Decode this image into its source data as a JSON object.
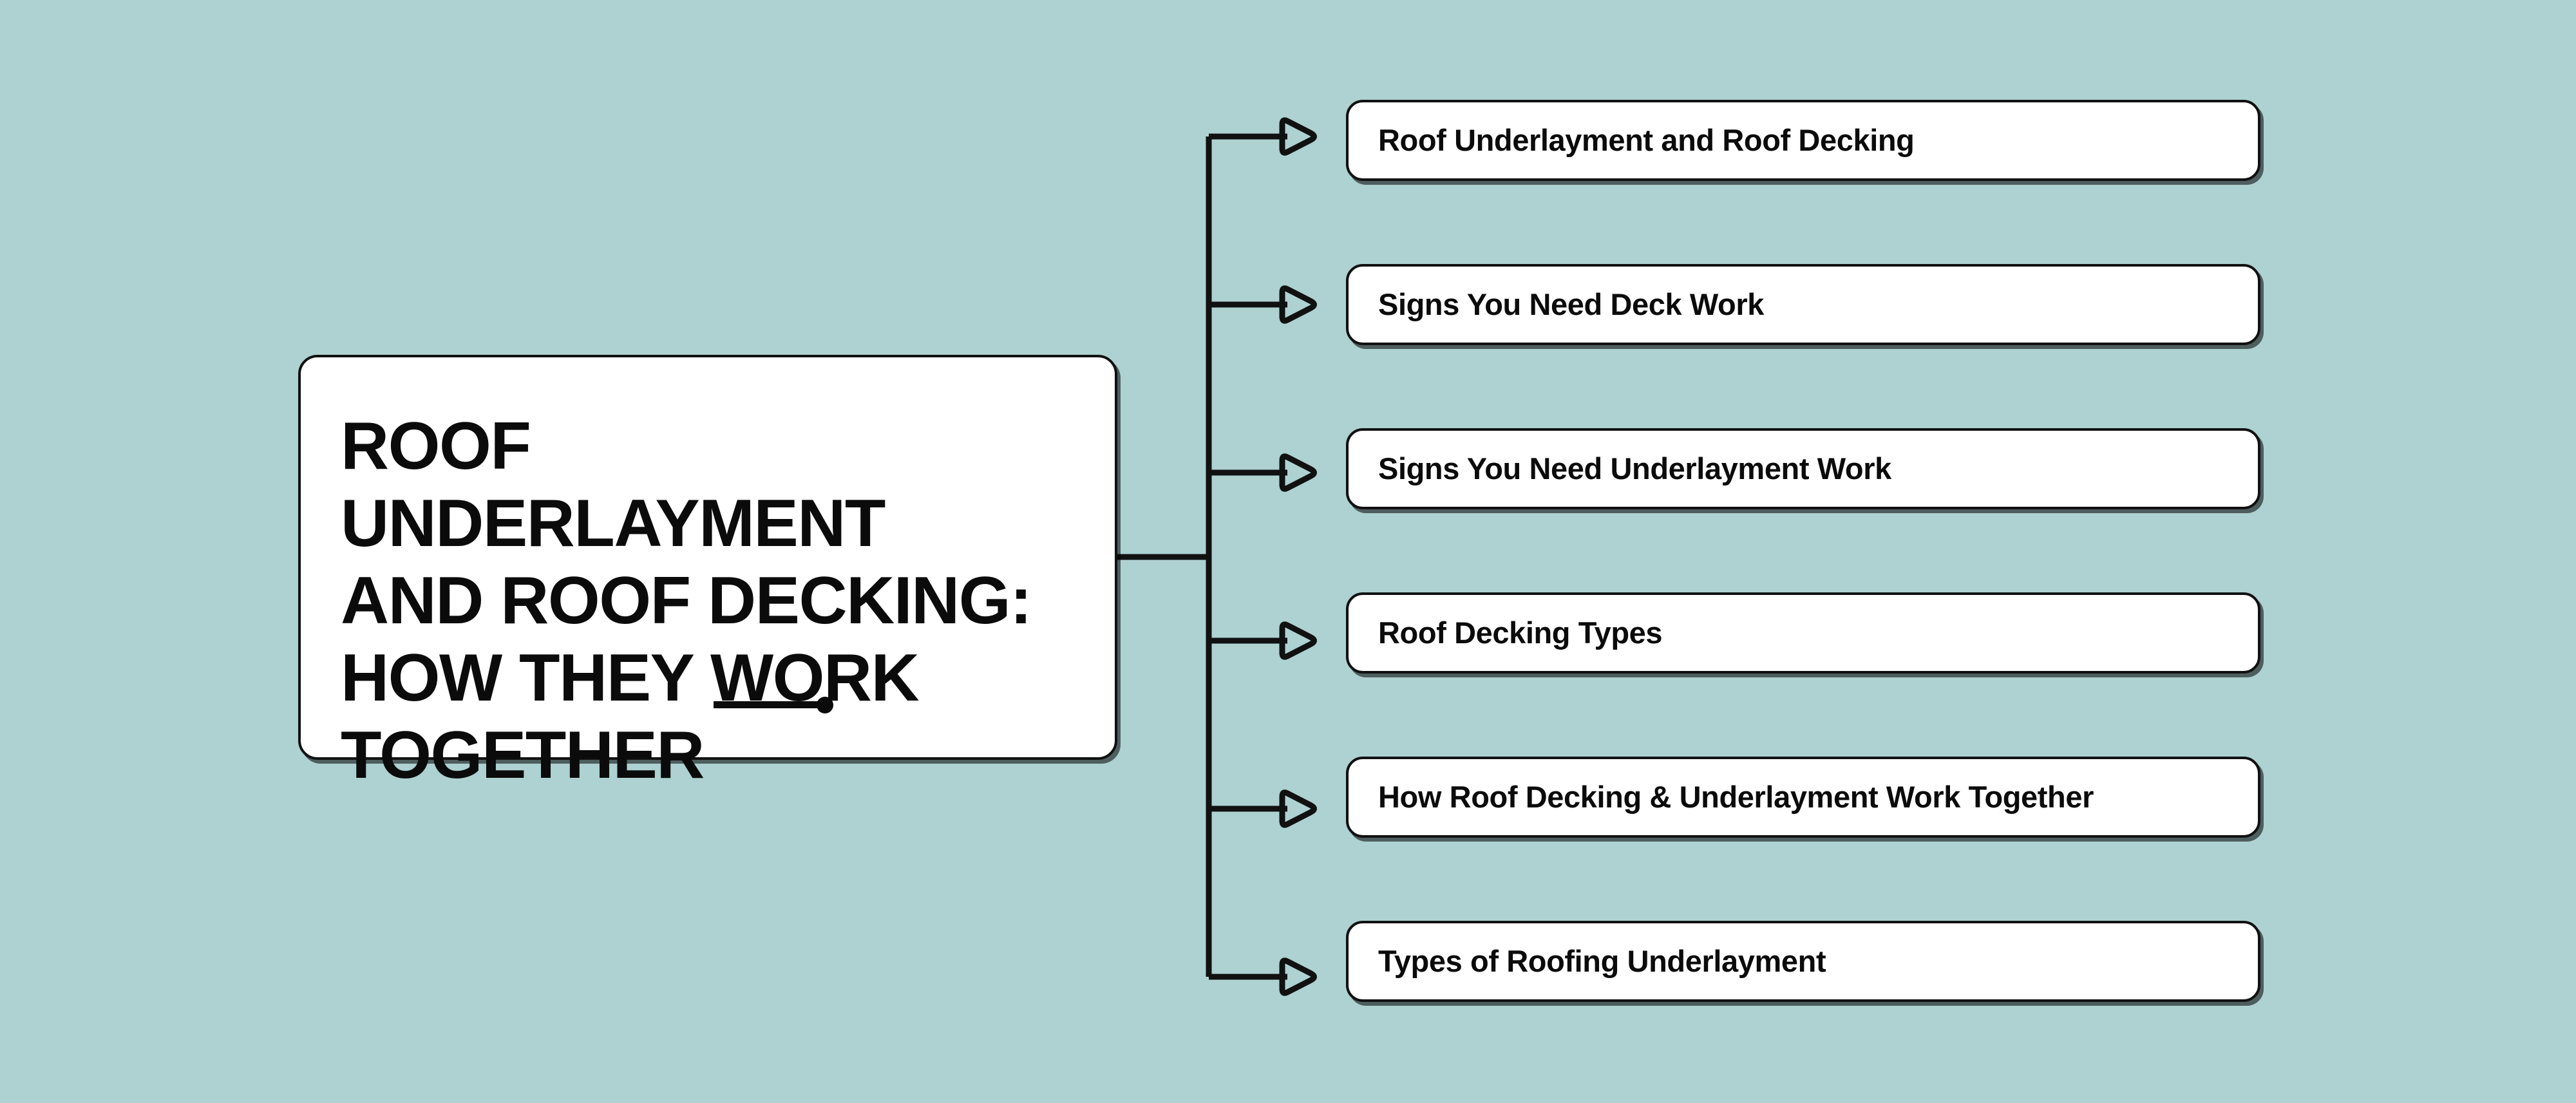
{
  "canvas": {
    "background_color": "#aed1d1",
    "line_color": "#111111",
    "node_fill": "#ffffff",
    "text_color": "#0b0b0b"
  },
  "central": {
    "title": "ROOF UNDERLAYMENT AND ROOF DECKING: HOW THEY WORK TOGETHER",
    "title_lines": "ROOF UNDERLAYMENT\nAND ROOF DECKING:\nHOW THEY WORK\nTOGETHER",
    "decoration": "pin-underline"
  },
  "branches": [
    {
      "label": "Roof Underlayment and Roof Decking",
      "connector": "arrowhead-right"
    },
    {
      "label": "Signs You Need Deck Work",
      "connector": "arrowhead-right"
    },
    {
      "label": "Signs You Need Underlayment Work",
      "connector": "arrowhead-right"
    },
    {
      "label": "Roof Decking Types",
      "connector": "arrowhead-right"
    },
    {
      "label": "How Roof Decking & Underlayment Work Together",
      "connector": "arrowhead-right"
    },
    {
      "label": "Types of Roofing Underlayment",
      "connector": "arrowhead-right"
    }
  ]
}
